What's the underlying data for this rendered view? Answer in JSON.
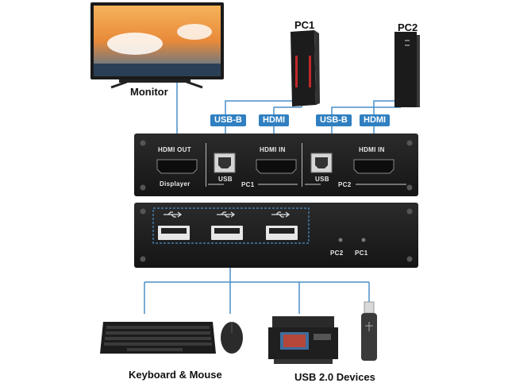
{
  "labels": {
    "monitor": "Monitor",
    "pc1": "PC1",
    "pc2": "PC2",
    "keyboard_mouse": "Keyboard & Mouse",
    "usb_devices": "USB 2.0 Devices"
  },
  "tags": {
    "usb_b_pc1": "USB-B",
    "hdmi_pc1": "HDMI",
    "usb_b_pc2": "USB-B",
    "hdmi_pc2": "HDMI"
  },
  "front_panel": {
    "hdmi_out": "HDMI OUT",
    "displayer": "Displayer",
    "usb_1": "USB",
    "hdmi_in_1": "HDMI IN",
    "pc1": "PC1",
    "usb_2": "USB",
    "hdmi_in_2": "HDMI IN",
    "pc2": "PC2"
  },
  "back_panel": {
    "pc2": "PC2",
    "pc1": "PC1"
  },
  "colors": {
    "line_blue": "#4a8fc7",
    "tag_blue": "#2f7fc1",
    "panel": "#1e1e1e"
  }
}
